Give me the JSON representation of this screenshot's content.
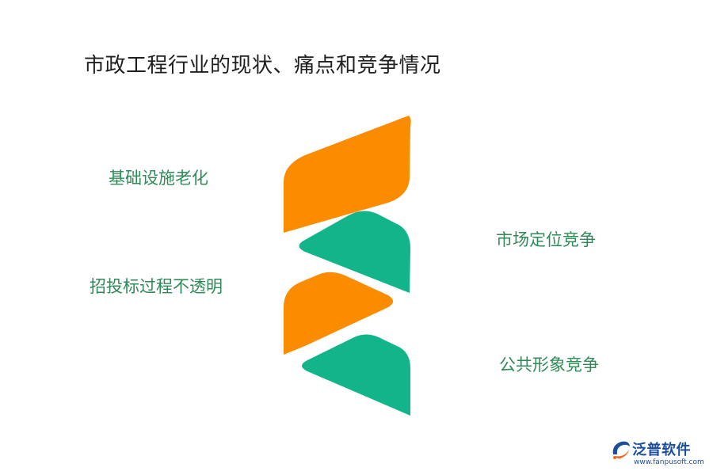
{
  "title": "市政工程行业的现状、痛点和竞争情况",
  "items": {
    "left_1": "基础设施老化",
    "left_2": "招投标过程不透明",
    "right_1": "市场定位竞争",
    "right_2": "公共形象竞争"
  },
  "colors": {
    "orange": "#fb8c00",
    "green": "#12b48a",
    "label_green": "#2e8b57",
    "title": "#1f1f1f"
  },
  "logo": {
    "name": "泛普软件",
    "url": "www.fanpusoft.com"
  }
}
